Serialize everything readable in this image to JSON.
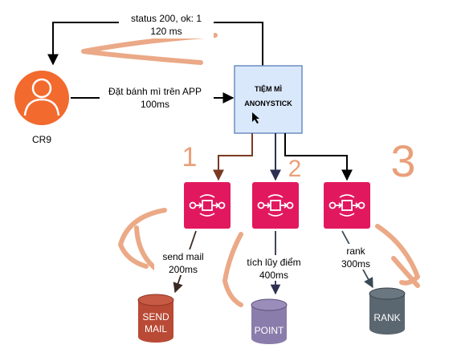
{
  "actor": {
    "name": "CR9"
  },
  "shop": {
    "line1": "TIỆM MÌ",
    "line2": "ANONYSTICK"
  },
  "response_label": {
    "line1": "status 200, ok: 1",
    "line2": "120 ms"
  },
  "request_label": {
    "line1": "Đặt bánh mì trên APP",
    "line2": "100ms"
  },
  "services": [
    {
      "label1": "send mail",
      "label2": "200ms",
      "db": [
        "SEND",
        "MAIL"
      ]
    },
    {
      "label1": "tích lũy điểm",
      "label2": "400ms",
      "db": [
        "POINT"
      ]
    },
    {
      "label1": "rank",
      "label2": "300ms",
      "db": [
        "RANK"
      ]
    }
  ],
  "annotations": [
    "1",
    "2",
    "3"
  ],
  "colors": {
    "actor": "#f26a2e",
    "shop_fill": "#dae8fc",
    "shop_stroke": "#6c8ebf",
    "service": "#e2185f",
    "arrow_brown": "#7a3a22",
    "arrow_navy": "#2e2f52",
    "db_red": "#b94a35",
    "db_purple": "#8a7cab",
    "db_slate": "#5a6670",
    "annotation": "#e9a07a"
  }
}
